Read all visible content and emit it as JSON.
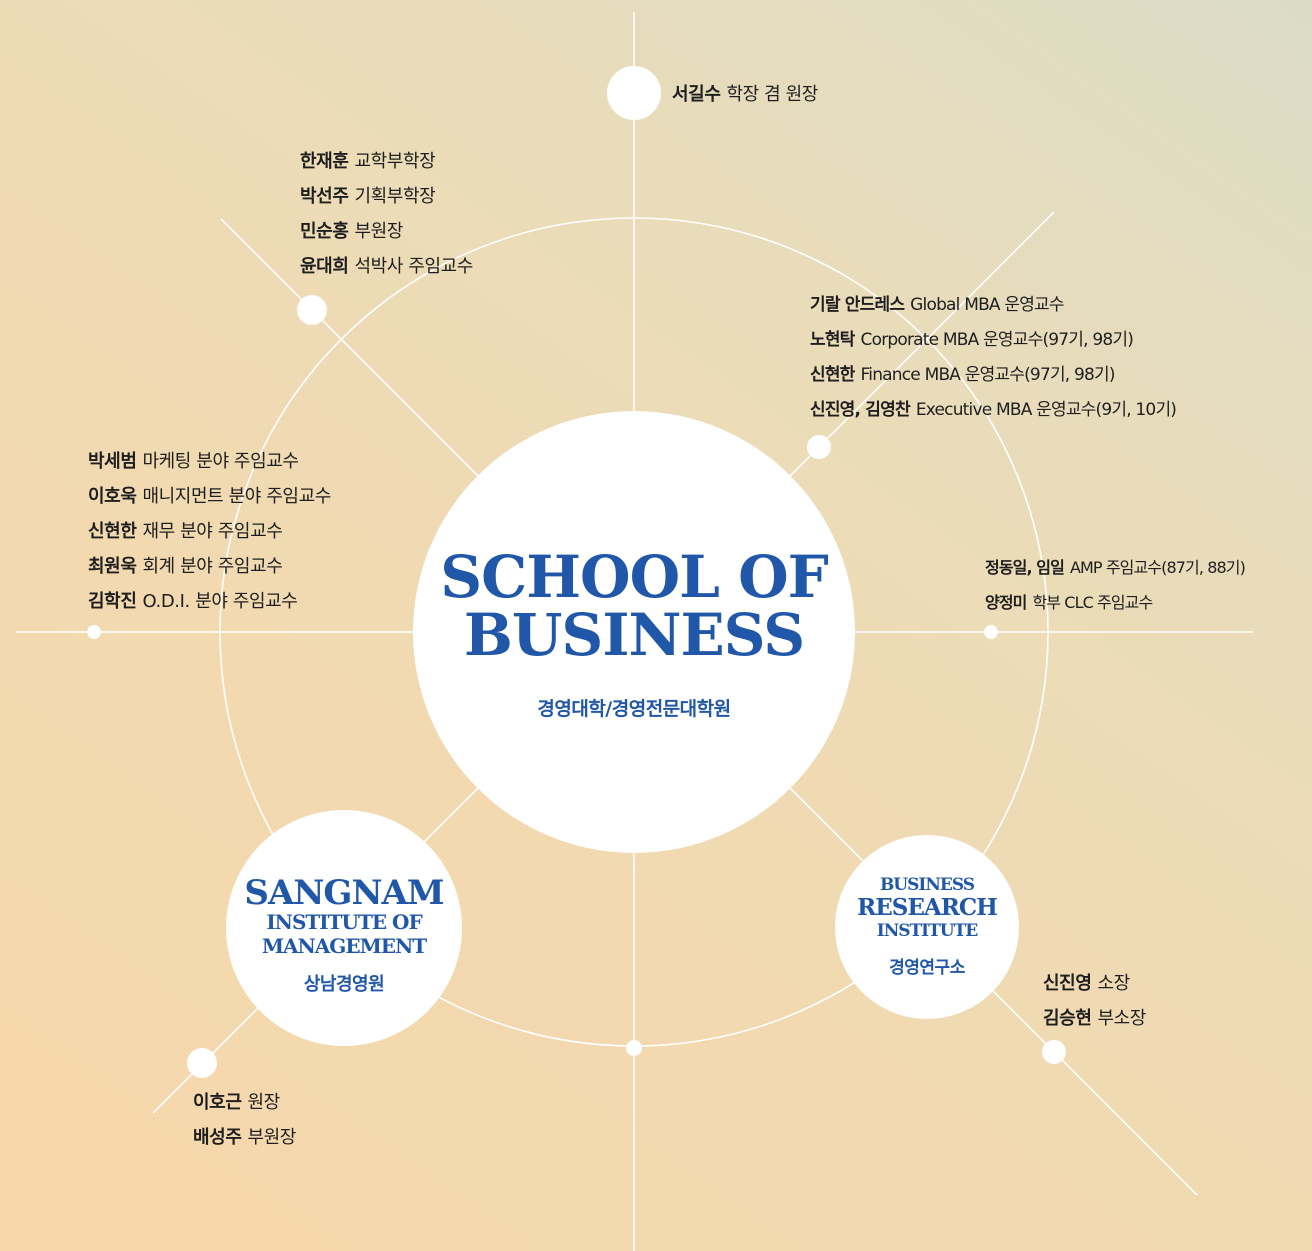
{
  "center": {
    "title_line1": "SCHOOL OF",
    "title_line2": "BUSINESS",
    "subtitle": "경영대학/경영전문대학원"
  },
  "sangnam": {
    "title_line1": "SANGNAM",
    "title_line2": "INSTITUTE OF",
    "title_line3": "MANAGEMENT",
    "subtitle": "상남경영원"
  },
  "research": {
    "title_line1": "BUSINESS",
    "title_line2": "RESEARCH",
    "title_line3": "INSTITUTE",
    "subtitle": "경영연구소"
  },
  "groups": {
    "dean": [
      {
        "name": "서길수",
        "role": "학장 겸 원장"
      }
    ],
    "associate": [
      {
        "name": "한재훈",
        "role": "교학부학장"
      },
      {
        "name": "박선주",
        "role": "기획부학장"
      },
      {
        "name": "민순홍",
        "role": "부원장"
      },
      {
        "name": "윤대희",
        "role": "석박사 주임교수"
      }
    ],
    "mba": [
      {
        "name": "기랄 안드레스",
        "role": "Global MBA 운영교수"
      },
      {
        "name": "노현탁",
        "role": "Corporate MBA 운영교수(97기, 98기)"
      },
      {
        "name": "신현한",
        "role": "Finance MBA 운영교수(97기, 98기)"
      },
      {
        "name": "신진영, 김영찬",
        "role": "Executive MBA 운영교수(9기, 10기)"
      }
    ],
    "fields": [
      {
        "name": "박세범",
        "role": "마케팅 분야 주임교수"
      },
      {
        "name": "이호욱",
        "role": "매니지먼트 분야 주임교수"
      },
      {
        "name": "신현한",
        "role": "재무 분야 주임교수"
      },
      {
        "name": "최원욱",
        "role": "회계 분야 주임교수"
      },
      {
        "name": "김학진",
        "role": "O.D.I. 분야 주임교수"
      }
    ],
    "amp": [
      {
        "name": "정동일, 임일",
        "role": "AMP 주임교수(87기, 88기)"
      },
      {
        "name": "양정미",
        "role": "학부 CLC 주임교수"
      }
    ],
    "research_staff": [
      {
        "name": "신진영",
        "role": "소장"
      },
      {
        "name": "김승현",
        "role": "부소장"
      }
    ],
    "sangnam_staff": [
      {
        "name": "이호근",
        "role": "원장"
      },
      {
        "name": "배성주",
        "role": "부원장"
      }
    ]
  },
  "colors": {
    "accent": "#2157a8",
    "line": "#ffffff"
  }
}
